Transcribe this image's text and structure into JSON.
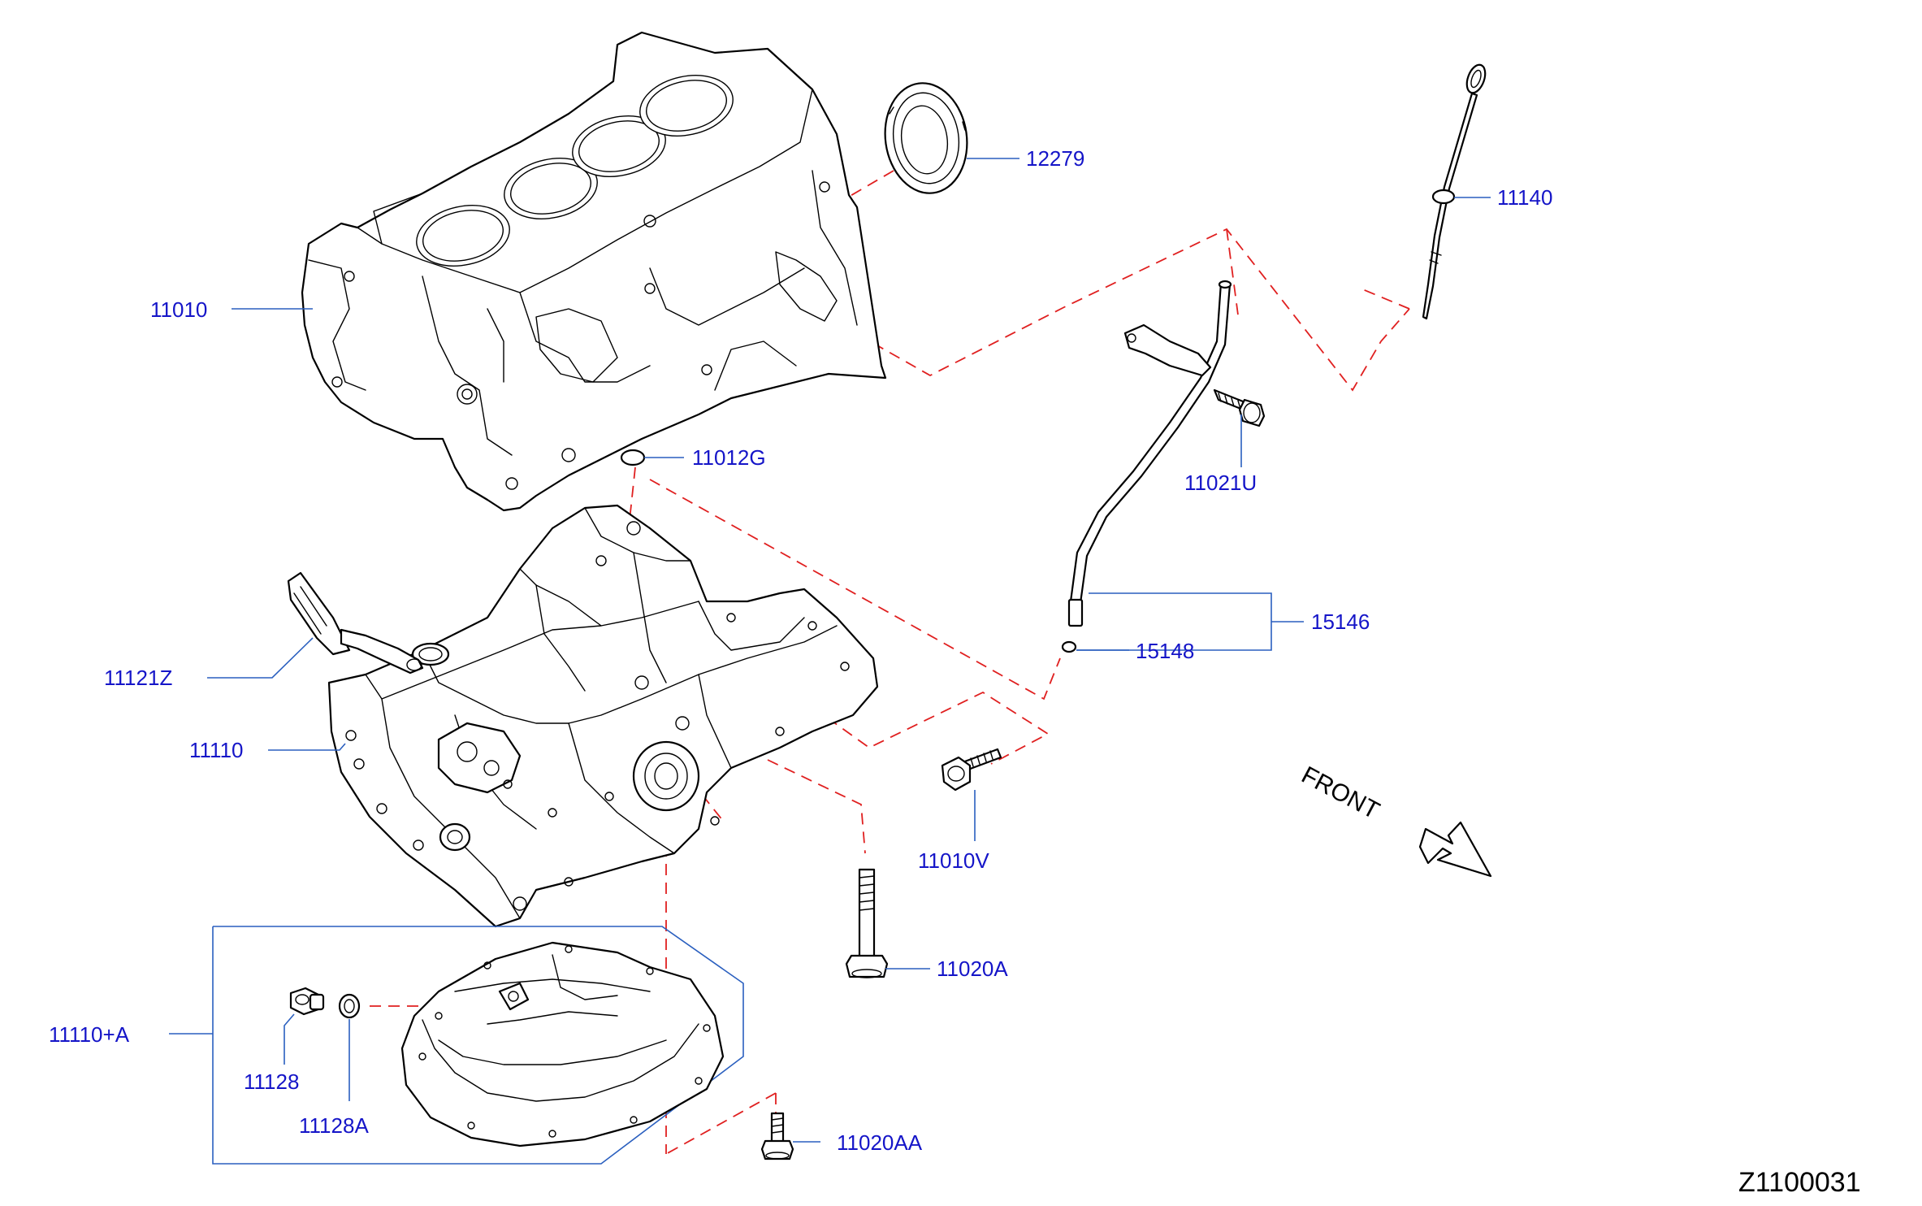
{
  "diagram_code": "Z1100031",
  "front_label": "FRONT",
  "parts": [
    {
      "id": "12279"
    },
    {
      "id": "11140"
    },
    {
      "id": "11010"
    },
    {
      "id": "11021U"
    },
    {
      "id": "11012G"
    },
    {
      "id": "15146"
    },
    {
      "id": "15148"
    },
    {
      "id": "11121Z"
    },
    {
      "id": "11110"
    },
    {
      "id": "11010V"
    },
    {
      "id": "11020A"
    },
    {
      "id": "11110+A"
    },
    {
      "id": "11128"
    },
    {
      "id": "11128A"
    },
    {
      "id": "11020AA"
    }
  ],
  "colors": {
    "label": "#1515c8",
    "leader": "#2a5fbf",
    "phantom_line": "#e02020",
    "line_art": "#000000"
  }
}
